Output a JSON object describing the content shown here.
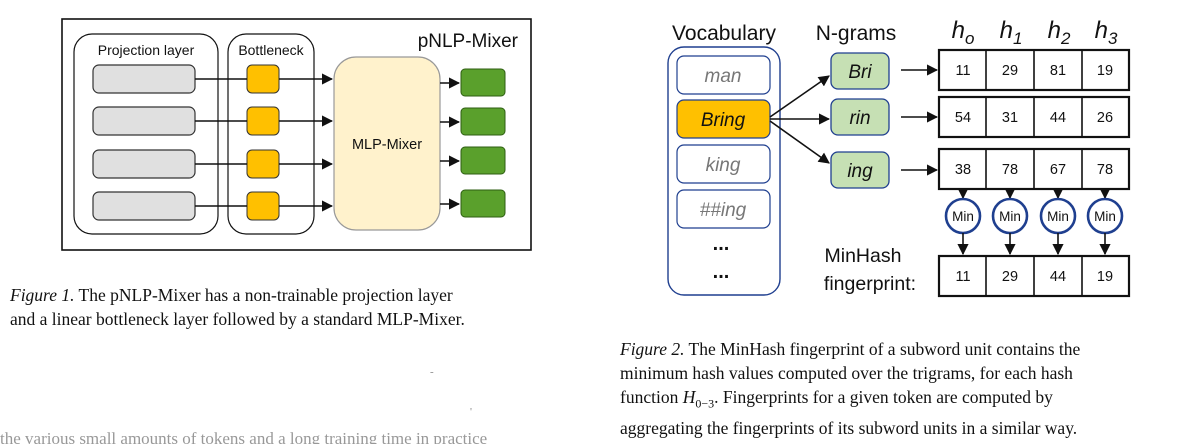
{
  "figure1": {
    "title": "pNLP-Mixer",
    "projection_label": "Projection layer",
    "bottleneck_label": "Bottleneck",
    "mixer_label": "MLP-Mixer",
    "colors": {
      "projection": "#e0e0e0",
      "bottleneck": "#ffc000",
      "mixer": "#fff2cc",
      "output": "#5aa02c"
    }
  },
  "figure2": {
    "vocab_header": "Vocabulary",
    "ngrams_header": "N-grams",
    "vocab_items": [
      "man",
      "Bring",
      "king",
      "##ing",
      "...",
      "..."
    ],
    "highlight_color": "#ffc000",
    "ngram_color": "#c6e0b4",
    "min_color": "#1f3f8f",
    "ngrams": [
      "Bri",
      "rin",
      "ing"
    ],
    "hash_headers": [
      {
        "base": "h",
        "sub": "o"
      },
      {
        "base": "h",
        "sub": "1"
      },
      {
        "base": "h",
        "sub": "2"
      },
      {
        "base": "h",
        "sub": "3"
      }
    ],
    "hash_rows": [
      [
        "11",
        "29",
        "81",
        "19"
      ],
      [
        "54",
        "31",
        "44",
        "26"
      ],
      [
        "38",
        "78",
        "67",
        "78"
      ]
    ],
    "min_label": "Min",
    "fingerprint_label_line1": "MinHash",
    "fingerprint_label_line2": "fingerprint:",
    "fingerprint": [
      "11",
      "29",
      "44",
      "19"
    ]
  },
  "caption1": {
    "lead": "Figure 1.",
    "line1": "The pNLP-Mixer has a non-trainable projection layer",
    "line2": "and a linear bottleneck layer followed by a standard MLP-Mixer."
  },
  "caption2": {
    "lead": "Figure 2.",
    "line1": "The MinHash fingerprint of a subword unit contains the",
    "line2": "minimum hash values computed over the trigrams, for each hash",
    "line3_pre": "function",
    "math_base": "H",
    "math_sub": "0−3",
    "line3_post": ". Fingerprints for a given token are computed by",
    "line4": "aggregating the fingerprints of its subword units in a similar way."
  },
  "cut_text": "the various small amounts of tokens and a long training time in practice"
}
